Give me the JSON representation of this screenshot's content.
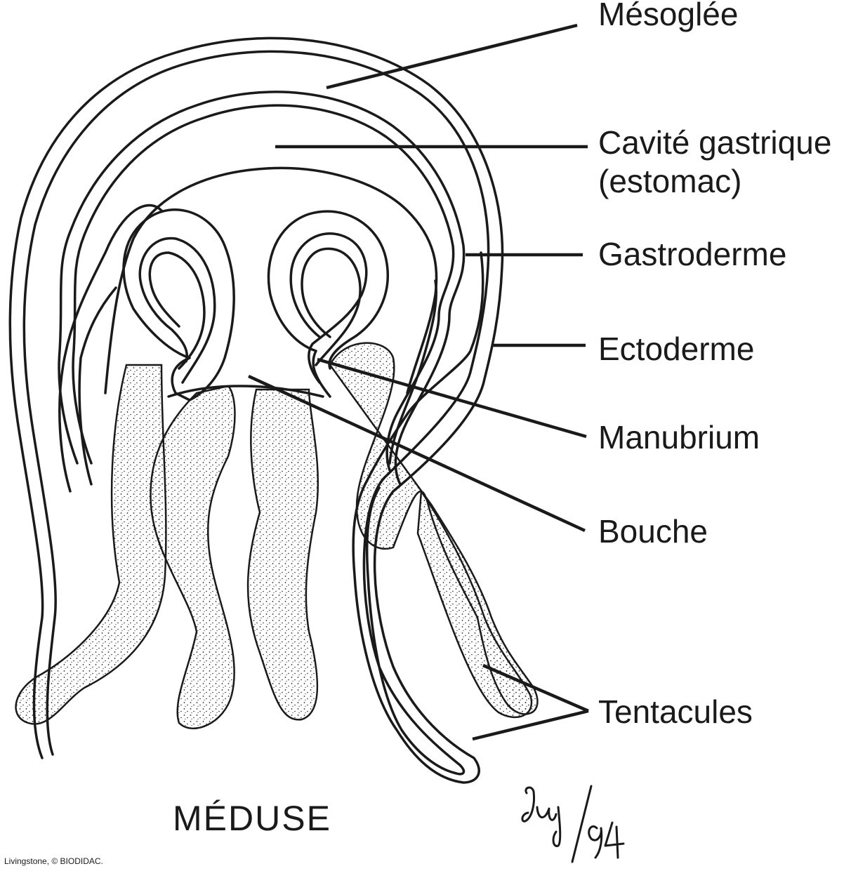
{
  "labels": {
    "mesoglee": "Mésoglée",
    "cavite_line1": "Cavité gastrique",
    "cavite_line2": "(estomac)",
    "gastroderme": "Gastroderme",
    "ectoderme": "Ectoderme",
    "manubrium": "Manubrium",
    "bouche": "Bouche",
    "tentacules": "Tentacules"
  },
  "title": "MÉDUSE",
  "signature": "Guy/94",
  "credit": "Livingstone, © BIODIDAC.",
  "colors": {
    "ink": "#1a1a1a",
    "background": "#ffffff",
    "stipple": "#2a2a2a"
  }
}
